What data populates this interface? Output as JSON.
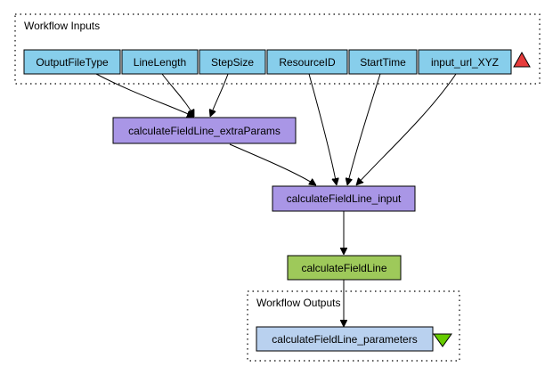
{
  "clusters": {
    "inputs_label": "Workflow Inputs",
    "outputs_label": "Workflow Outputs"
  },
  "inputs": [
    "OutputFileType",
    "LineLength",
    "StepSize",
    "ResourceID",
    "StartTime",
    "input_url_XYZ"
  ],
  "processors": {
    "extra_params": "calculateFieldLine_extraParams",
    "input": "calculateFieldLine_input",
    "main": "calculateFieldLine"
  },
  "outputs": [
    "calculateFieldLine_parameters"
  ],
  "colors": {
    "input_fill": "#87ceeb",
    "processor_fill": "#a996e6",
    "service_fill": "#9ec95a",
    "output_fill": "#b9d1ef",
    "input_triangle": "#e63b3b",
    "output_triangle": "#66cc00"
  }
}
